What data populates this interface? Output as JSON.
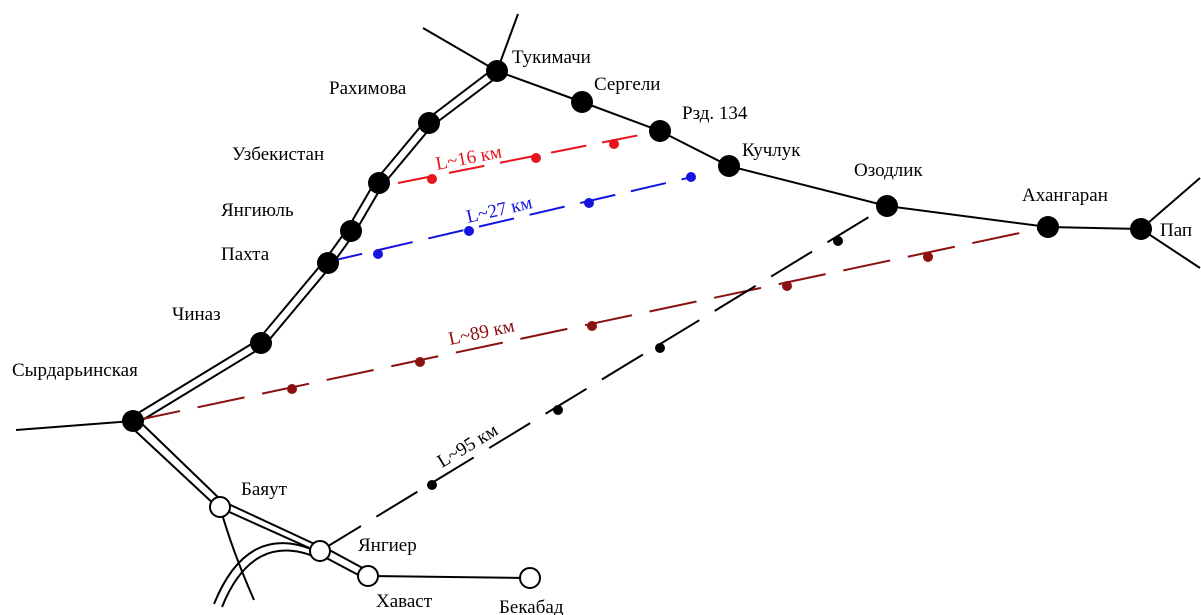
{
  "stations": {
    "tukimachi": "Тукимачи",
    "sergeli": "Сергели",
    "rzd134": "Рзд. 134",
    "kuchluk": "Кучлук",
    "ozodlik": "Озодлик",
    "akhangaran": "Ахангаран",
    "pap": "Пап",
    "rakhimova": "Рахимова",
    "uzbekistan": "Узбекистан",
    "yangiyul": "Янгиюль",
    "pakhta": "Пахта",
    "chinaz": "Чиназ",
    "syrdarya": "Сырдарьинская",
    "bayaut": "Баяут",
    "yangiyer": "Янгиер",
    "khavast": "Хаваст",
    "bekabad": "Бекабад"
  },
  "routes": {
    "red": {
      "label": "L~16 км",
      "color": "#e8141c"
    },
    "blue": {
      "label": "L~27 км",
      "color": "#1414e0"
    },
    "maroon": {
      "label": "L~89 км",
      "color": "#8b1010"
    },
    "black": {
      "label": "L~95 км",
      "color": "#000000"
    }
  }
}
